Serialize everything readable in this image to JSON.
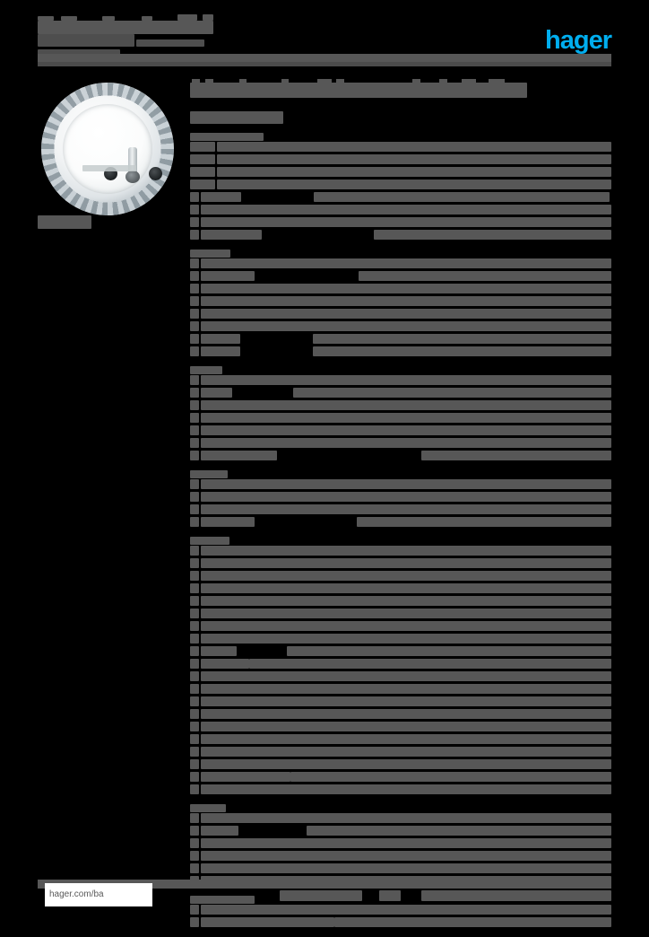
{
  "document": {
    "kind": "product-datasheet",
    "vendor": "hager",
    "logo_text": "hager",
    "brand_color": "#00AEEF",
    "redaction_color": "#575757",
    "page_background": "#000000",
    "redacted": true,
    "redaction_note": "All body text on this page is obscured by solid grey redaction blocks; only the hager logo and the footer URL remain legible."
  },
  "header": {
    "title_redacted": true,
    "title_block_widths": [
      28,
      34,
      52,
      62,
      22,
      46,
      38,
      30
    ],
    "subtitle_redacted": true,
    "logo": "hager"
  },
  "product": {
    "image_alt": "round white electrical socket outlet with grey knurled decorative ring",
    "caption_redacted": true
  },
  "main": {
    "title_redacted": true,
    "subtitle_redacted": true,
    "sections": [
      {
        "heading_redacted": true,
        "heading_width": 82,
        "rows": [
          {
            "label_w": 28,
            "value_w": 470,
            "indent": 0
          },
          {
            "label_w": 28,
            "value_w": 470,
            "indent": 0
          },
          {
            "label_w": 28,
            "value_w": 470,
            "indent": 0
          },
          {
            "label_w": 28,
            "value_w": 470,
            "indent": 0
          },
          {
            "label_w": 10,
            "value_w": 45,
            "indent": 0,
            "split": 138,
            "tail_w": 330
          },
          {
            "label_w": 10,
            "value_w": 470,
            "indent": 0
          },
          {
            "label_w": 10,
            "value_w": 470,
            "indent": 0
          },
          {
            "label_w": 10,
            "value_w": 68,
            "indent": 0,
            "split": 205,
            "tail_w": 265
          }
        ]
      },
      {
        "heading_redacted": true,
        "heading_width": 45,
        "rows": [
          {
            "label_w": 10,
            "value_w": 470,
            "indent": 0
          },
          {
            "label_w": 10,
            "value_w": 60,
            "indent": 0,
            "split": 188,
            "tail_w": 282
          },
          {
            "label_w": 10,
            "value_w": 470,
            "indent": 0
          },
          {
            "label_w": 10,
            "value_w": 470,
            "indent": 0
          },
          {
            "label_w": 10,
            "value_w": 470,
            "indent": 0
          },
          {
            "label_w": 10,
            "value_w": 470,
            "indent": 0
          },
          {
            "label_w": 10,
            "value_w": 44,
            "indent": 0,
            "split": 137,
            "tail_w": 333
          },
          {
            "label_w": 10,
            "value_w": 44,
            "indent": 0,
            "split": 137,
            "tail_w": 333
          }
        ]
      },
      {
        "heading_redacted": true,
        "heading_width": 36,
        "rows": [
          {
            "label_w": 10,
            "value_w": 470,
            "indent": 0
          },
          {
            "label_w": 10,
            "value_w": 35,
            "indent": 0,
            "split": 115,
            "tail_w": 355
          },
          {
            "label_w": 10,
            "value_w": 470,
            "indent": 0
          },
          {
            "label_w": 10,
            "value_w": 470,
            "indent": 0
          },
          {
            "label_w": 10,
            "value_w": 470,
            "indent": 0
          },
          {
            "label_w": 10,
            "value_w": 470,
            "indent": 0
          },
          {
            "label_w": 10,
            "value_w": 85,
            "indent": 0,
            "split": 258,
            "tail_w": 212
          }
        ]
      },
      {
        "heading_redacted": true,
        "heading_width": 42,
        "rows": [
          {
            "label_w": 10,
            "value_w": 470,
            "indent": 0
          },
          {
            "label_w": 10,
            "value_w": 470,
            "indent": 0
          },
          {
            "label_w": 10,
            "value_w": 470,
            "indent": 0
          },
          {
            "label_w": 10,
            "value_w": 60,
            "indent": 0,
            "split": 186,
            "tail_w": 284
          }
        ]
      },
      {
        "heading_redacted": true,
        "heading_width": 44,
        "rows": [
          {
            "label_w": 10,
            "value_w": 470,
            "indent": 0
          },
          {
            "label_w": 10,
            "value_w": 470,
            "indent": 0
          },
          {
            "label_w": 10,
            "value_w": 470,
            "indent": 0
          },
          {
            "label_w": 10,
            "value_w": 470,
            "indent": 0
          },
          {
            "label_w": 10,
            "value_w": 470,
            "indent": 0
          },
          {
            "label_w": 10,
            "value_w": 470,
            "indent": 0
          },
          {
            "label_w": 10,
            "value_w": 470,
            "indent": 0
          },
          {
            "label_w": 10,
            "value_w": 470,
            "indent": 0
          },
          {
            "label_w": 10,
            "value_w": 40,
            "indent": 0,
            "split": 108,
            "tail_w": 362
          },
          {
            "label_w": 10,
            "value_w": 55,
            "indent": 0,
            "split": 62,
            "tail_w": 408
          },
          {
            "label_w": 10,
            "value_w": 470,
            "indent": 0
          },
          {
            "label_w": 10,
            "value_w": 470,
            "indent": 0
          },
          {
            "label_w": 10,
            "value_w": 470,
            "indent": 0
          },
          {
            "label_w": 10,
            "value_w": 470,
            "indent": 0
          },
          {
            "label_w": 10,
            "value_w": 470,
            "indent": 0
          },
          {
            "label_w": 10,
            "value_w": 470,
            "indent": 0
          },
          {
            "label_w": 10,
            "value_w": 470,
            "indent": 0
          },
          {
            "label_w": 10,
            "value_w": 470,
            "indent": 0
          },
          {
            "label_w": 10,
            "value_w": 100,
            "indent": 0,
            "split": 110,
            "tail_w": 360
          },
          {
            "label_w": 10,
            "value_w": 470,
            "indent": 0
          }
        ]
      },
      {
        "heading_redacted": true,
        "heading_width": 40,
        "rows": [
          {
            "label_w": 10,
            "value_w": 470,
            "indent": 0
          },
          {
            "label_w": 10,
            "value_w": 42,
            "indent": 0,
            "split": 130,
            "tail_w": 340
          },
          {
            "label_w": 10,
            "value_w": 470,
            "indent": 0
          },
          {
            "label_w": 10,
            "value_w": 470,
            "indent": 0
          },
          {
            "label_w": 10,
            "value_w": 470,
            "indent": 0
          },
          {
            "label_w": 10,
            "value_w": 470,
            "indent": 0
          }
        ]
      },
      {
        "heading_redacted": true,
        "heading_width": 72,
        "rows": [
          {
            "label_w": 10,
            "value_w": 470,
            "indent": 0
          },
          {
            "label_w": 10,
            "value_w": 150,
            "indent": 0,
            "split": 160,
            "tail_w": 310
          }
        ]
      }
    ]
  },
  "footer": {
    "url": "hager.com/ba",
    "center_redacted": true,
    "right_redacted": true
  }
}
